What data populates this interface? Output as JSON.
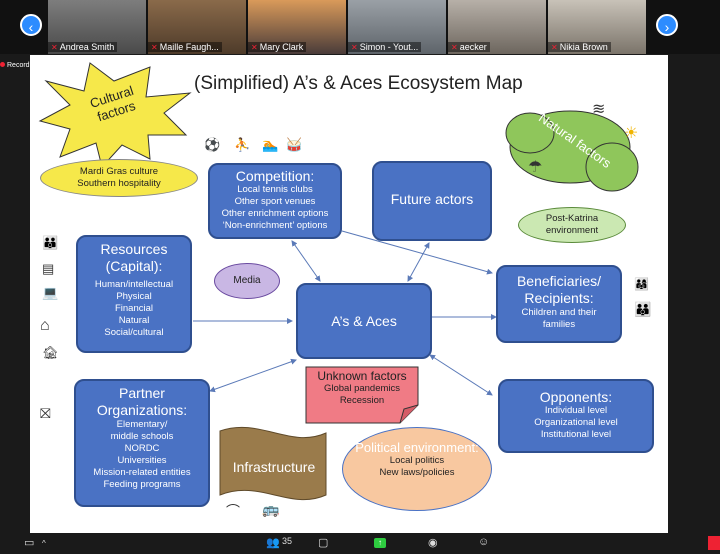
{
  "participants": [
    {
      "name": "Andrea Smith",
      "muted": true
    },
    {
      "name": "Maille Faugh...",
      "muted": true
    },
    {
      "name": "Mary Clark",
      "muted": true
    },
    {
      "name": "Simon - Yout...",
      "muted": true
    },
    {
      "name": "aecker",
      "muted": true
    },
    {
      "name": "Nikia Brown",
      "muted": true
    }
  ],
  "recording_label": "Record",
  "slide": {
    "title": "(Simplified) A’s & Aces Ecosystem Map",
    "cultural_factors": "Cultural factors",
    "cultural_oval": [
      "Mardi Gras culture",
      "Southern hospitality"
    ],
    "natural_factors": "Natural factors",
    "natural_oval": [
      "Post-Katrina",
      "environment"
    ],
    "competition": {
      "title": "Competition:",
      "lines": [
        "Local tennis clubs",
        "Other sport venues",
        "Other enrichment options",
        "‘Non-enrichment’ options"
      ]
    },
    "future_actors": "Future actors",
    "resources": {
      "title": "Resources (Capital):",
      "lines": [
        "Human/intellectual",
        "Physical",
        "Financial",
        "Natural",
        "Social/cultural"
      ]
    },
    "media": "Media",
    "center": "A’s & Aces",
    "beneficiaries": {
      "title": "Beneficiaries/ Recipients:",
      "lines": [
        "Children and their",
        "families"
      ]
    },
    "unknown": {
      "title": "Unknown factors",
      "lines": [
        "Global pandemics",
        "Recession"
      ]
    },
    "partners": {
      "title": "Partner Organizations:",
      "lines": [
        "Elementary/",
        "middle schools",
        "NORDC",
        "Universities",
        "Mission-related entities",
        "Feeding programs"
      ]
    },
    "opponents": {
      "title": "Opponents:",
      "lines": [
        "Individual level",
        "Organizational level",
        "Institutional level"
      ]
    },
    "infrastructure": "Infrastructure",
    "political": {
      "title": "Political environment:",
      "lines": [
        "Local politics",
        "New laws/policies"
      ]
    }
  },
  "toolbar": {
    "participants_count": "35"
  },
  "colors": {
    "box": "#4a72c4",
    "zoom_blue": "#2d8cff",
    "cultural_yellow": "#f6e84a",
    "natural_green": "#8fc65b",
    "media_purple": "#c9b7e4",
    "unknown_pink": "#f07b85",
    "political_peach": "#f8c8a0",
    "infra_brown": "#9a7b4b"
  }
}
